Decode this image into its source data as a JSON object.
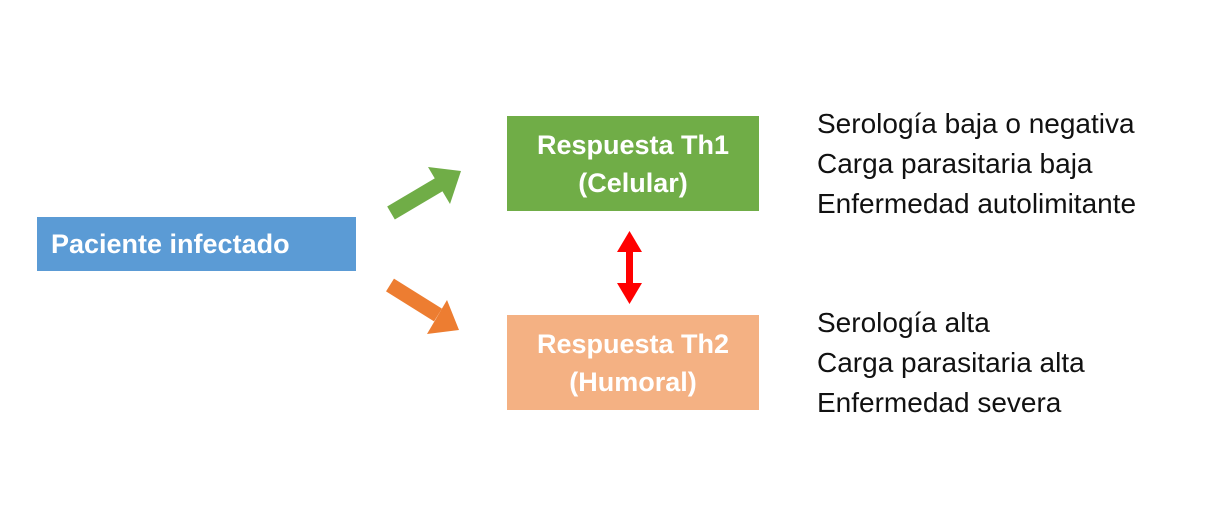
{
  "colors": {
    "patient_fill": "#5B9BD5",
    "th1_fill": "#70AD47",
    "th2_fill": "#F4B183",
    "arrow_th1": "#70AD47",
    "arrow_th2": "#ED7D31",
    "double_arrow": "#FF0000"
  },
  "patient": {
    "label": "Paciente infectado"
  },
  "th1": {
    "title": "Respuesta Th1",
    "subtitle": "(Celular)",
    "outcomes": [
      "Serología baja o negativa",
      "Carga parasitaria baja",
      "Enfermedad autolimitante"
    ]
  },
  "th2": {
    "title": "Respuesta Th2",
    "subtitle": "(Humoral)",
    "outcomes": [
      "Serología alta",
      "Carga parasitaria alta",
      "Enfermedad severa"
    ]
  }
}
